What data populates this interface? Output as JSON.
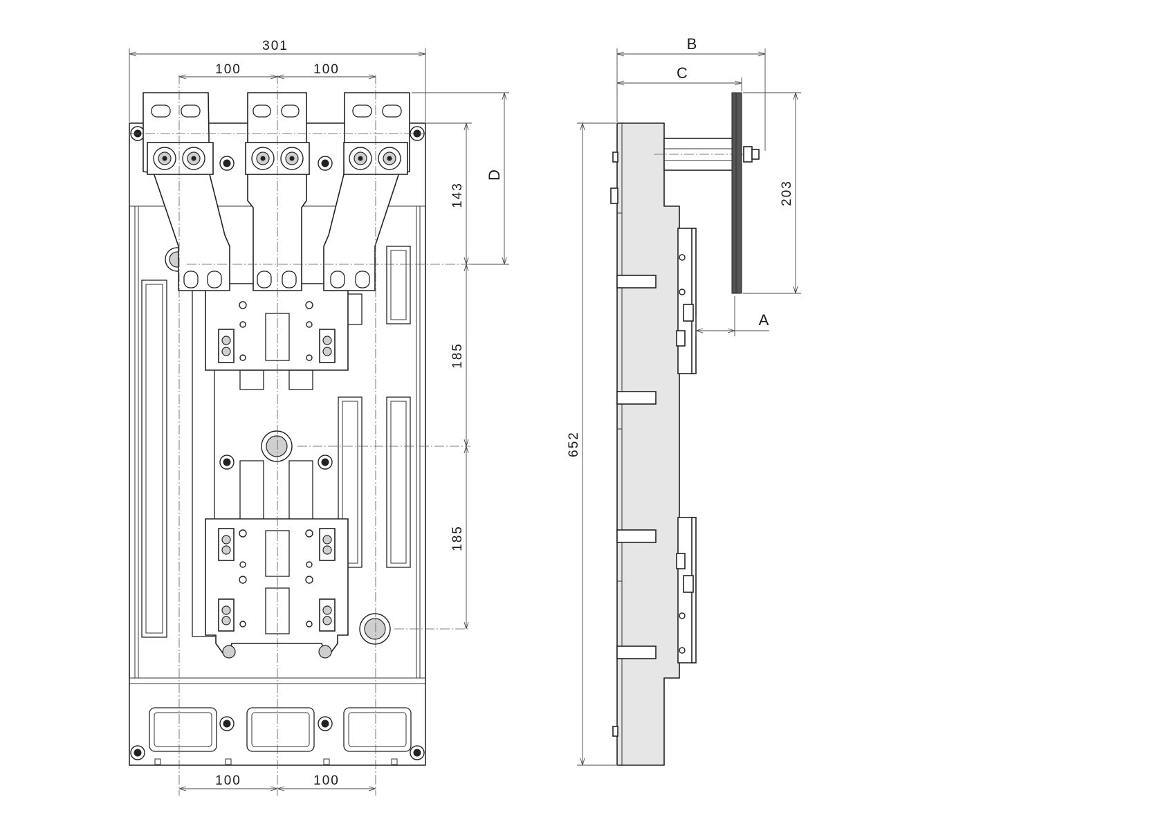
{
  "dimensions": {
    "overall_width": "301",
    "pitch_top_left": "100",
    "pitch_top_right": "100",
    "pitch_bottom_left": "100",
    "pitch_bottom_right": "100",
    "height_upper": "143",
    "height_middle": "185",
    "height_lower": "185",
    "overall_height": "652",
    "terminal_height": "203",
    "label_b": "B",
    "label_c": "C",
    "label_d": "D",
    "label_a": "A"
  }
}
